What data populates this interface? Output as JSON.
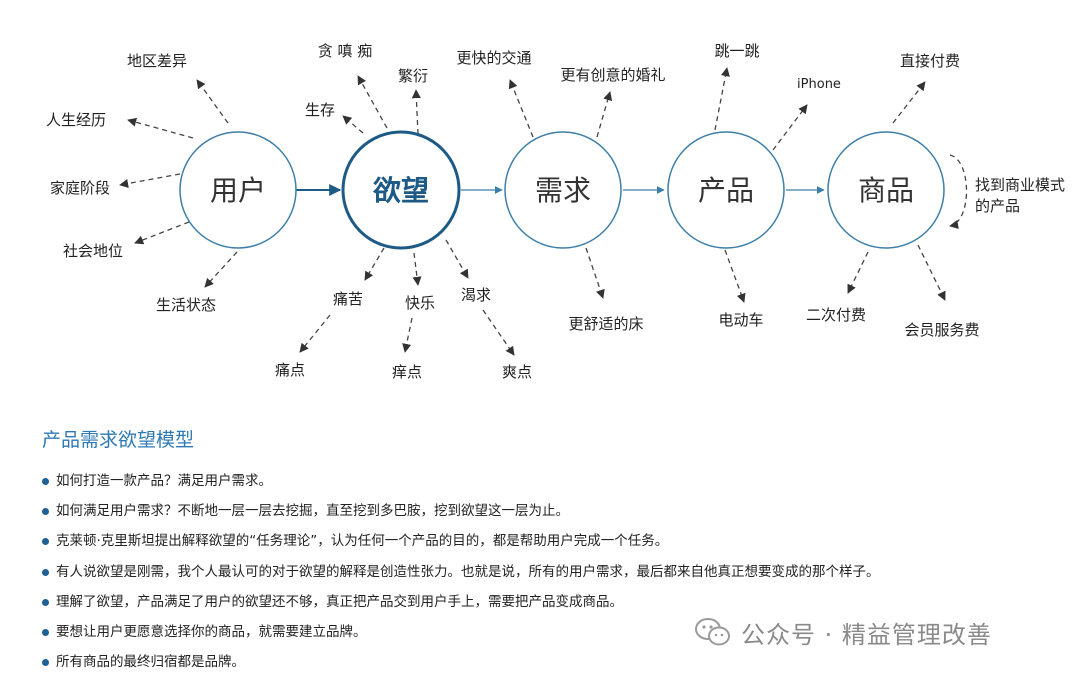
{
  "diagram": {
    "nodes": [
      {
        "id": "user",
        "label": "用户",
        "highlight": false
      },
      {
        "id": "desire",
        "label": "欲望",
        "highlight": true
      },
      {
        "id": "demand",
        "label": "需求",
        "highlight": false
      },
      {
        "id": "product",
        "label": "产品",
        "highlight": false
      },
      {
        "id": "goods",
        "label": "商品",
        "highlight": false
      }
    ],
    "labels": {
      "region_diff": "地区差异",
      "life_experience": "人生经历",
      "family_stage": "家庭阶段",
      "social_status": "社会地位",
      "life_state": "生活状态",
      "tan_chen_chi": "贪 嗔 痴",
      "reproduce": "繁衍",
      "survive": "生存",
      "pain": "痛苦",
      "happy": "快乐",
      "crave": "渴求",
      "pain_point": "痛点",
      "itch_point": "痒点",
      "cool_point": "爽点",
      "faster_traffic": "更快的交通",
      "creative_wedding": "更有创意的婚礼",
      "comfy_bed": "更舒适的床",
      "jump": "跳一跳",
      "iphone": "iPhone",
      "ebike": "电动车",
      "direct_pay": "直接付费",
      "second_pay": "二次付费",
      "membership": "会员服务费",
      "business_model_1": "找到商业模式",
      "business_model_2": "的产品"
    }
  },
  "section": {
    "title": "产品需求欲望模型"
  },
  "bullets": [
    "如何打造一款产品？满足用户需求。",
    "如何满足用户需求？不断地一层一层去挖掘，直至挖到多巴胺，挖到欲望这一层为止。",
    "克莱顿·克里斯坦提出解释欲望的“任务理论”，认为任何一个产品的目的，都是帮助用户完成一个任务。",
    "有人说欲望是刚需，我个人最认可的对于欲望的解释是创造性张力。也就是说，所有的用户需求，最后都来自他真正想要变成的那个样子。",
    "理解了欲望，产品满足了用户的欲望还不够，真正把产品交到用户手上，需要把产品变成商品。",
    "要想让用户更愿意选择你的商品，就需要建立品牌。",
    "所有商品的最终归宿都是品牌。"
  ],
  "watermark": {
    "text": "公众号 · 精益管理改善",
    "icon": "wechat-icon"
  },
  "colors": {
    "accent": "#1d5a86",
    "circle_stroke": "#3d7fa8",
    "title": "#2f79b3",
    "watermark": "#8a8a8a"
  }
}
